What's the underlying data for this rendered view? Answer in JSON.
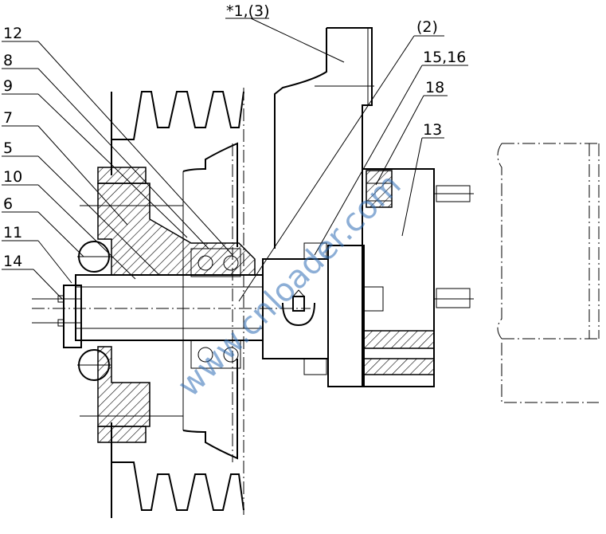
{
  "callouts": [
    {
      "id": "1-3",
      "text": "*1,(3)"
    },
    {
      "id": "2",
      "text": "(2)"
    },
    {
      "id": "15-16",
      "text": "15,16"
    },
    {
      "id": "18",
      "text": "18"
    },
    {
      "id": "13",
      "text": "13"
    },
    {
      "id": "12",
      "text": "12"
    },
    {
      "id": "8",
      "text": "8"
    },
    {
      "id": "9",
      "text": "9"
    },
    {
      "id": "7",
      "text": "7"
    },
    {
      "id": "5",
      "text": "5"
    },
    {
      "id": "10",
      "text": "10"
    },
    {
      "id": "6",
      "text": "6"
    },
    {
      "id": "11",
      "text": "11"
    },
    {
      "id": "14",
      "text": "14"
    }
  ],
  "watermark": "www.cnloader.com",
  "colors": {
    "line": "#000000",
    "watermark": "#2f6db5",
    "background": "#ffffff"
  }
}
